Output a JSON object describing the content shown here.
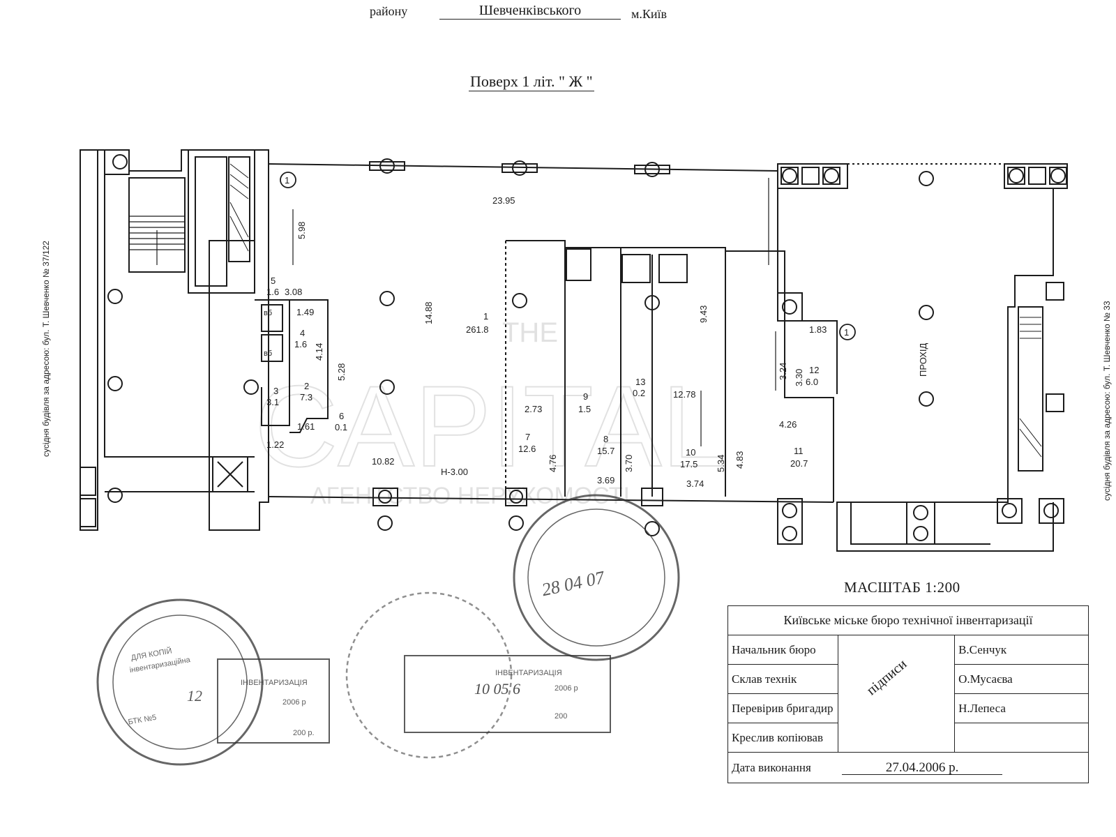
{
  "header": {
    "district_label": "району",
    "district_value": "Шевченківського",
    "city": "м.Київ",
    "floor_title": "Поверх 1 літ. \" Ж \""
  },
  "side_labels": {
    "left": "сусідня будівля за адресою: бул. Т. Шевченко № 37/122",
    "right": "сусідня будівля за адресою: бул. Т. Шевченко № 33"
  },
  "plan": {
    "marker_1": "1",
    "dimensions": [
      "23.95",
      "5.98",
      "14.88",
      "9.43",
      "3.08",
      "1.49",
      "4.14",
      "5.28",
      "1.61",
      "1.22",
      "12.78",
      "2.73",
      "4.76",
      "3.70",
      "5.34",
      "4.83",
      "4.26",
      "3.69",
      "3.74",
      "1.83",
      "3.24",
      "3.30",
      "10.82"
    ],
    "rooms": [
      {
        "no": "1",
        "area": "261.8"
      },
      {
        "no": "2",
        "area": "7.3"
      },
      {
        "no": "3",
        "area": "3.1"
      },
      {
        "no": "4",
        "area": "1.6"
      },
      {
        "no": "5",
        "area": "1.6"
      },
      {
        "no": "6",
        "area": "0.1"
      },
      {
        "no": "7",
        "area": "12.6"
      },
      {
        "no": "8",
        "area": "15.7"
      },
      {
        "no": "9",
        "area": "1.5"
      },
      {
        "no": "10",
        "area": "17.5"
      },
      {
        "no": "11",
        "area": "20.7"
      },
      {
        "no": "12",
        "area": "6.0"
      },
      {
        "no": "13",
        "area": "0.2"
      }
    ],
    "height_note": "Н-3.00",
    "passage": "ПРОХІД",
    "wc_marks": [
      "вб",
      "вб"
    ]
  },
  "watermark": {
    "line1": "THE",
    "line2": "CAPITAL",
    "line3": "АГЕНТСТВО НЕРУХОМОСТІ"
  },
  "stamps": {
    "inventory_1": "ІНВЕНТАРИЗАЦІЯ",
    "inventory_1_year": "2006 р",
    "inventory_1_year2": "200 р.",
    "copy_stamp": "ДЛЯ КОПІЙ",
    "copy_stamp_sub": "інвентаризаційна",
    "bti_no": "БТК №5",
    "inventory_2": "ІНВЕНТАРИЗАЦІЯ",
    "inventory_2_year": "2006 р",
    "inventory_2_year2": "200",
    "hw_date_1": "10 05 6",
    "hw_date_2": "28 04 07",
    "hw_num": "12"
  },
  "scale": "МАСШТАБ 1:200",
  "title_block": {
    "org": "Київське міське бюро технічної інвентаризації",
    "rows": [
      {
        "role": "Начальник бюро",
        "name": "В.Сенчук"
      },
      {
        "role": "Склав технік",
        "name": "О.Мусаєва"
      },
      {
        "role": "Перевірив бригадир",
        "name": "Н.Лепеса"
      },
      {
        "role": "Креслив копіював",
        "name": ""
      }
    ],
    "signatures": "підписи",
    "date_label": "Дата виконання",
    "date_value": "27.04.2006 р."
  }
}
